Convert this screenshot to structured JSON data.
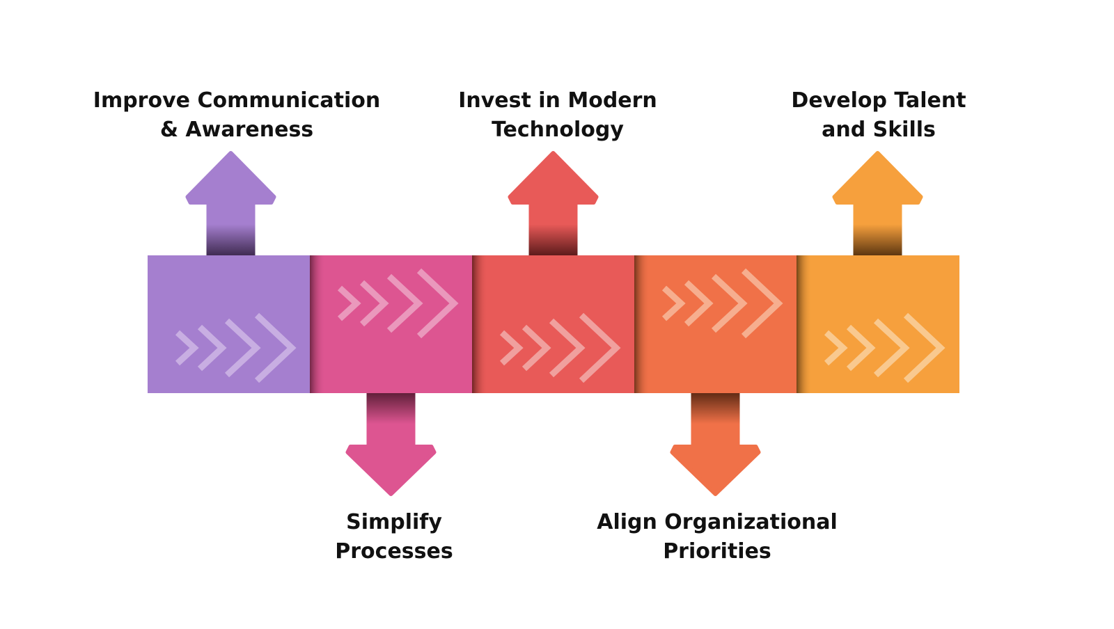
{
  "diagram": {
    "type": "process-arrow-infographic",
    "steps": [
      {
        "id": "step-1",
        "title_line1": "Improve Communication",
        "title_line2": "& Awareness",
        "direction": "up",
        "color": "#A57FCF",
        "chevron_color": "#C8AEE2",
        "shade_color": "#3E2A4F"
      },
      {
        "id": "step-2",
        "title_line1": "Simplify",
        "title_line2": "Processes",
        "direction": "down",
        "color": "#DD5591",
        "chevron_color": "#EA98BC",
        "shade_color": "#5E1F38"
      },
      {
        "id": "step-3",
        "title_line1": "Invest in Modern",
        "title_line2": "Technology",
        "direction": "up",
        "color": "#E85A58",
        "chevron_color": "#F0A09E",
        "shade_color": "#5A1A1A"
      },
      {
        "id": "step-4",
        "title_line1": "Align Organizational",
        "title_line2": "Priorities",
        "direction": "down",
        "color": "#F07148",
        "chevron_color": "#F6AE8F",
        "shade_color": "#5E2A14"
      },
      {
        "id": "step-5",
        "title_line1": "Develop Talent",
        "title_line2": "and Skills",
        "direction": "up",
        "color": "#F6A03D",
        "chevron_color": "#F9C98F",
        "shade_color": "#5A3410"
      }
    ]
  }
}
